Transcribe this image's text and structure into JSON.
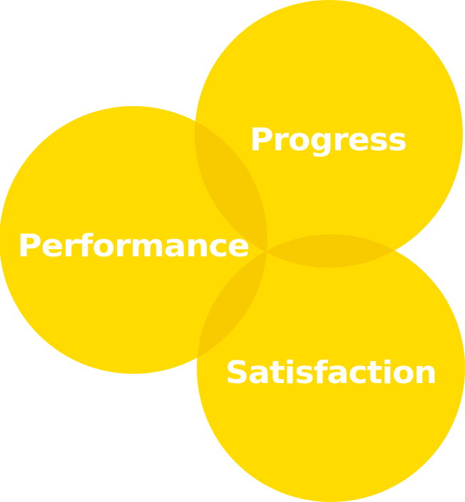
{
  "colors": {
    "circle": "#FFDB00",
    "overlap": "#F8CB00",
    "text": "#FFFFFF"
  },
  "circles": [
    {
      "id": "performance",
      "label": "Performance"
    },
    {
      "id": "progress",
      "label": "Progress"
    },
    {
      "id": "satisfaction",
      "label": "Satisfaction"
    }
  ]
}
